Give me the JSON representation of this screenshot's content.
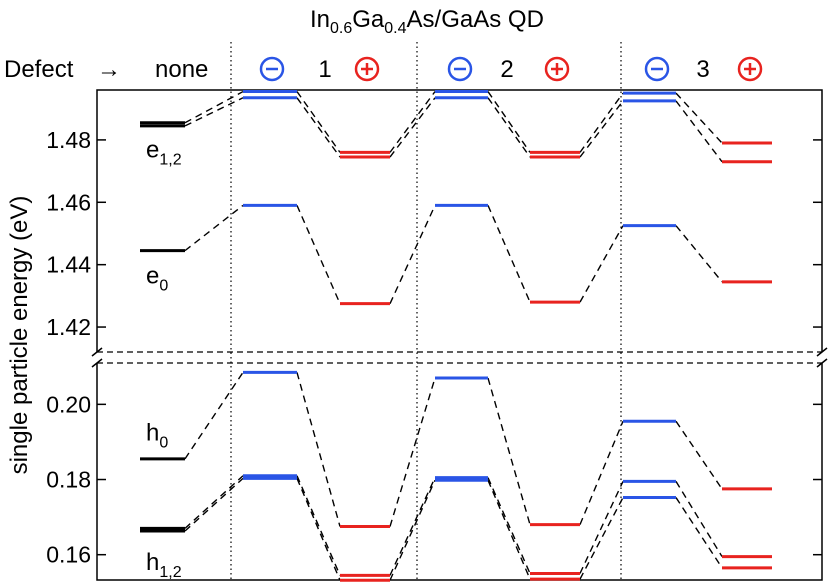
{
  "colors": {
    "none": "#000000",
    "minus": "#2a55e6",
    "plus": "#e8231f",
    "connector": "#000000"
  },
  "chart_data": {
    "type": "line",
    "title": "In0.6Ga0.4As/GaAs QD",
    "title_parts": {
      "base1": "In",
      "sub1": "0.6",
      "base2": "Ga",
      "sub2": "0.4",
      "rest": "As/GaAs QD"
    },
    "ylabel": "single particle energy (eV)",
    "defect_label": "Defect",
    "defect_arrow": "→",
    "columns": [
      {
        "id": "none",
        "label": "none"
      },
      {
        "id": "1-minus",
        "sign": "minus"
      },
      {
        "id": "1-plus",
        "sign": "plus"
      },
      {
        "id": "2-minus",
        "sign": "minus"
      },
      {
        "id": "2-plus",
        "sign": "plus"
      },
      {
        "id": "3-minus",
        "sign": "minus"
      },
      {
        "id": "3-plus",
        "sign": "plus"
      }
    ],
    "defects": [
      {
        "number": "1"
      },
      {
        "number": "2"
      },
      {
        "number": "3"
      }
    ],
    "panels": [
      {
        "id": "upper",
        "ylim": [
          1.412,
          1.496
        ],
        "yticks": [
          1.42,
          1.44,
          1.46,
          1.48
        ],
        "tick_labels": [
          "1.42",
          "1.44",
          "1.46",
          "1.48"
        ]
      },
      {
        "id": "lower",
        "ylim": [
          0.153,
          0.211
        ],
        "yticks": [
          0.16,
          0.18,
          0.2
        ],
        "tick_labels": [
          "0.16",
          "0.18",
          "0.20"
        ]
      }
    ],
    "levels": [
      {
        "id": "e1",
        "panel": "upper",
        "values": [
          1.4855,
          1.4955,
          1.476,
          1.4955,
          1.476,
          1.495,
          1.479
        ]
      },
      {
        "id": "e2",
        "panel": "upper",
        "values": [
          1.4845,
          1.4935,
          1.4745,
          1.4935,
          1.4745,
          1.4925,
          1.473
        ]
      },
      {
        "id": "e0",
        "panel": "upper",
        "values": [
          1.4445,
          1.459,
          1.4275,
          1.459,
          1.428,
          1.4525,
          1.4345
        ]
      },
      {
        "id": "h0",
        "panel": "lower",
        "values": [
          0.1855,
          0.2085,
          0.1675,
          0.207,
          0.168,
          0.1955,
          0.1775
        ]
      },
      {
        "id": "h1",
        "panel": "lower",
        "values": [
          0.167,
          0.181,
          0.1545,
          0.1805,
          0.155,
          0.1795,
          0.1595
        ]
      },
      {
        "id": "h2",
        "panel": "lower",
        "values": [
          0.1663,
          0.1803,
          0.1532,
          0.1798,
          0.1535,
          0.1752,
          0.1565
        ]
      }
    ],
    "labels": [
      {
        "id": "e12",
        "base": "e",
        "sub": "1,2",
        "panel": "upper",
        "value": 1.477
      },
      {
        "id": "e0",
        "base": "e",
        "sub": "0",
        "panel": "upper",
        "value": 1.4365
      },
      {
        "id": "h0",
        "base": "h",
        "sub": "0",
        "panel": "lower",
        "value": 0.1925
      },
      {
        "id": "h12",
        "base": "h",
        "sub": "1,2",
        "panel": "lower",
        "value": 0.158
      }
    ],
    "grid": false
  }
}
